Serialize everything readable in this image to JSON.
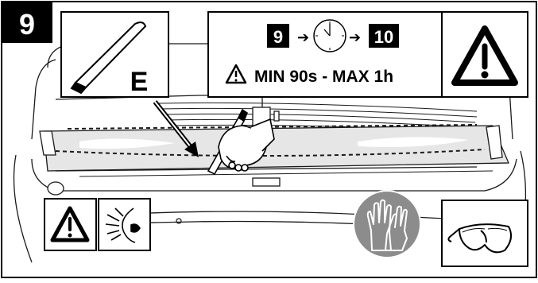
{
  "step": {
    "number": "9",
    "pad_tool_letter": "E",
    "sequence": {
      "from": "9",
      "to": "10",
      "arrow_1": "➔",
      "arrow_2": "➔"
    },
    "time_range": "MIN 90s - MAX 1h",
    "icons": {
      "tool": "applicator-pad-icon",
      "clock": "clock-icon",
      "warning_small": "warning-triangle-icon",
      "warning_large": "warning-triangle-icon",
      "eye_hazard": "eye-hazard-icon",
      "gloves": "gloves-icon",
      "goggles": "safety-goggles-icon",
      "hand": "hand-applying-icon"
    }
  }
}
